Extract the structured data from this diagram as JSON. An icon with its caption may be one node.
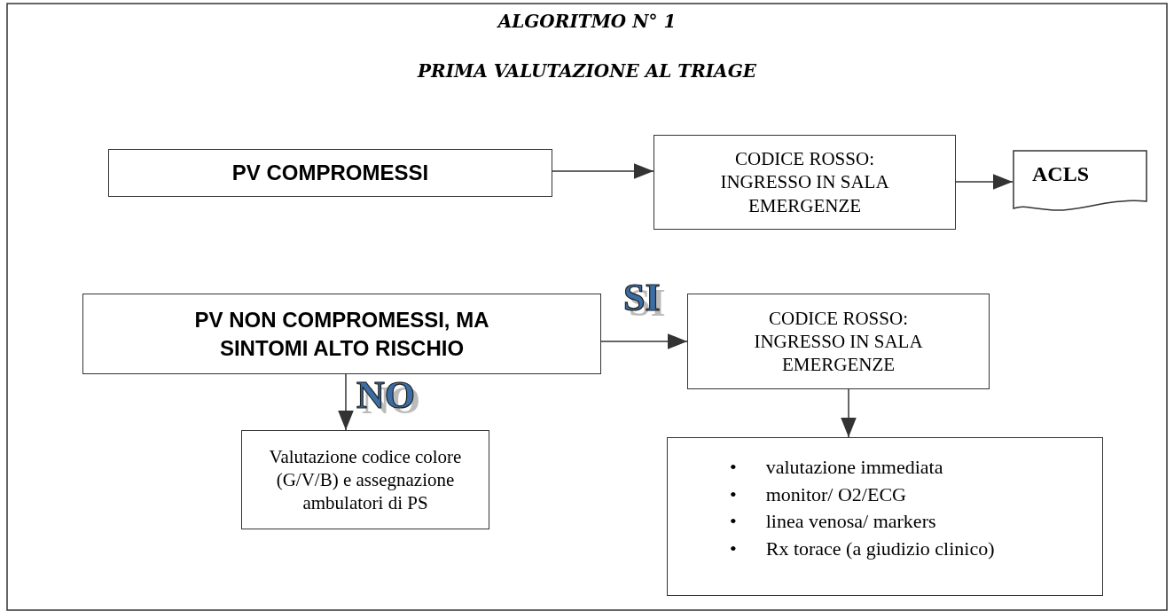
{
  "diagram": {
    "title": "ALGORITMO N° 1",
    "labels": [
      "PRIMA VALUTAZIONE AL TRIAGE"
    ],
    "nodes": [
      {
        "text": [
          "PV COMPROMESSI"
        ]
      },
      {
        "text": [
          "CODICE ROSSO: INGRESSO IN SALA EMERGENZE"
        ]
      },
      {
        "text": [
          "ACLS"
        ]
      },
      {
        "text": [
          "PV NON COMPROMESSI, MA SINTOMI ALTO RISCHIO"
        ]
      },
      {
        "text": [
          "CODICE ROSSO: INGRESSO IN SALA EMERGENZE"
        ]
      },
      {
        "text": [
          "Valutazione codice colore (G/V/B) e assegnazione ambulatori di PS"
        ]
      },
      {
        "text": [
          "•      valutazione immediata",
          "•      monitor/ O2/ECG",
          "•      linea venosa/ markers",
          "•      Rx torace (a giudizio clinico)"
        ]
      }
    ],
    "edges": [
      {
        "from": 0,
        "to": 1,
        "arrow": "to"
      },
      {
        "from": 1,
        "to": 2,
        "arrow": "to"
      },
      {
        "from": 3,
        "to": 4,
        "arrow": "to",
        "label": "SI"
      },
      {
        "from": 3,
        "to": 5,
        "arrow": "to",
        "label": "NO"
      },
      {
        "from": 4,
        "to": 6,
        "arrow": "to"
      }
    ]
  }
}
